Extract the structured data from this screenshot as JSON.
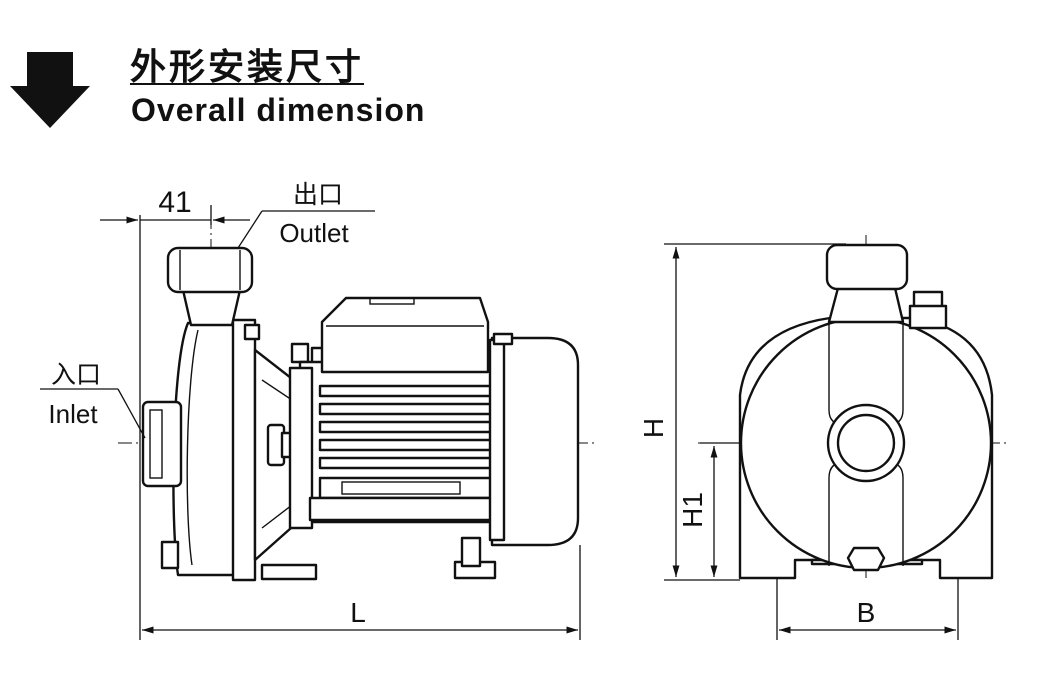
{
  "header": {
    "title_cn": "外形安装尺寸",
    "title_en": "Overall dimension"
  },
  "side_view": {
    "outlet_offset_value": "41",
    "outlet_label_cn": "出口",
    "outlet_label_en": "Outlet",
    "inlet_label_cn": "入口",
    "inlet_label_en": "Inlet",
    "length_label": "L"
  },
  "front_view": {
    "height_label": "H",
    "center_height_label": "H1",
    "base_width_label": "B"
  },
  "icons": {
    "section_marker": "down-arrow-icon"
  }
}
